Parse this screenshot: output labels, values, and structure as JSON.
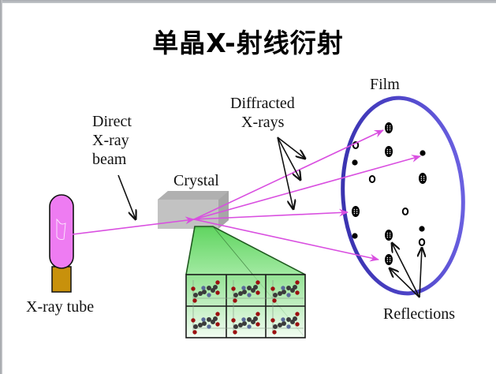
{
  "title": "单晶X-射线衍射",
  "labels": {
    "direct_beam": [
      "Direct",
      "X-ray",
      "beam"
    ],
    "crystal": "Crystal",
    "diffracted": [
      "Diffracted",
      "X-rays"
    ],
    "film": "Film",
    "xray_tube": "X-ray tube",
    "reflections": "Reflections"
  },
  "colors": {
    "beam": "#d94fe0",
    "tube_body": "#ee7cf2",
    "tube_base": "#c8910c",
    "film_ring": "#4a3fc0",
    "crystal": "#bdbdbd",
    "lattice_fill": "#7be07b",
    "atom_o": "#9b1010",
    "atom_c": "#3b3b3b",
    "atom_n": "#5a6a9a"
  }
}
